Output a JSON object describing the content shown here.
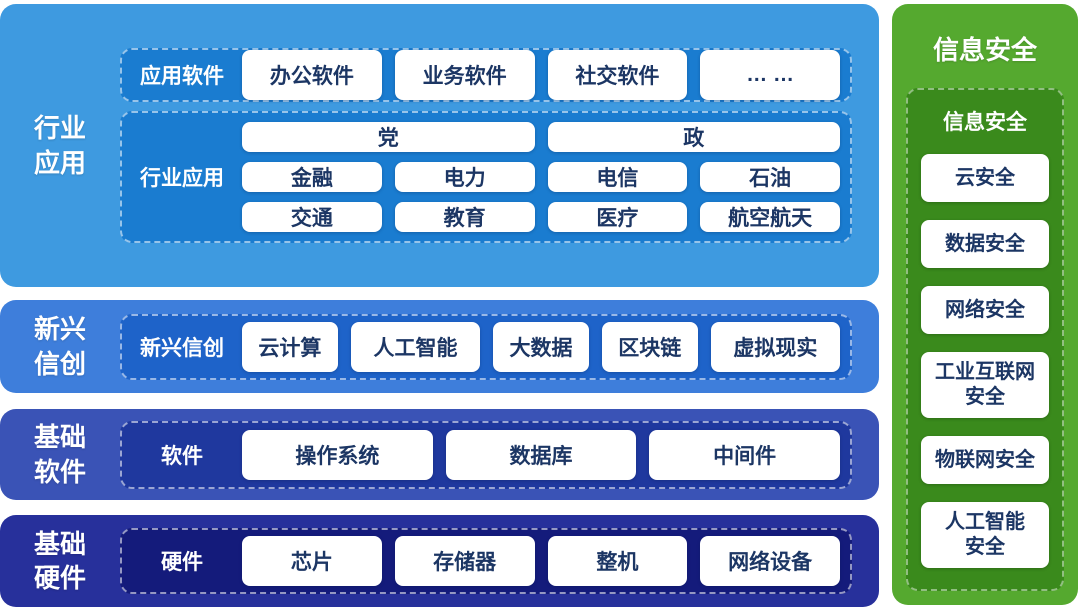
{
  "colors": {
    "layer1_outer": "#3E9AE0",
    "layer1_inner": "#1A7CD0",
    "layer2_outer": "#3E7EDB",
    "layer2_inner": "#1E63C9",
    "layer3_outer": "#3A53B6",
    "layer3_inner": "#1F389E",
    "layer4_outer": "#27309B",
    "layer4_inner": "#141B7B",
    "security_outer": "#55A92F",
    "security_inner": "#3A8A1C",
    "chip_background": "#FFFFFF",
    "chip_text": "#1C3664",
    "label_text": "#FFFFFF"
  },
  "layers": {
    "industry": {
      "side_label": "行业应用",
      "app_group": {
        "label": "应用软件",
        "chips": [
          "办公软件",
          "业务软件",
          "社交软件",
          "… …"
        ]
      },
      "industry_group": {
        "label": "行业应用",
        "row1": [
          "党",
          "政"
        ],
        "row2": [
          "金融",
          "电力",
          "电信",
          "石油"
        ],
        "row3": [
          "交通",
          "教育",
          "医疗",
          "航空航天"
        ]
      }
    },
    "emerging": {
      "side_label": "新兴信创",
      "group_label": "新兴信创",
      "chips": [
        "云计算",
        "人工智能",
        "大数据",
        "区块链",
        "虚拟现实"
      ]
    },
    "software": {
      "side_label": "基础软件",
      "group_label": "软件",
      "chips": [
        "操作系统",
        "数据库",
        "中间件"
      ]
    },
    "hardware": {
      "side_label": "基础硬件",
      "group_label": "硬件",
      "chips": [
        "芯片",
        "存储器",
        "整机",
        "网络设备"
      ]
    }
  },
  "security": {
    "title": "信息安全",
    "group_label": "信息安全",
    "chips": [
      "云安全",
      "数据安全",
      "网络安全",
      "工业互联网\n安全",
      "物联网安全",
      "人工智能\n安全"
    ]
  }
}
